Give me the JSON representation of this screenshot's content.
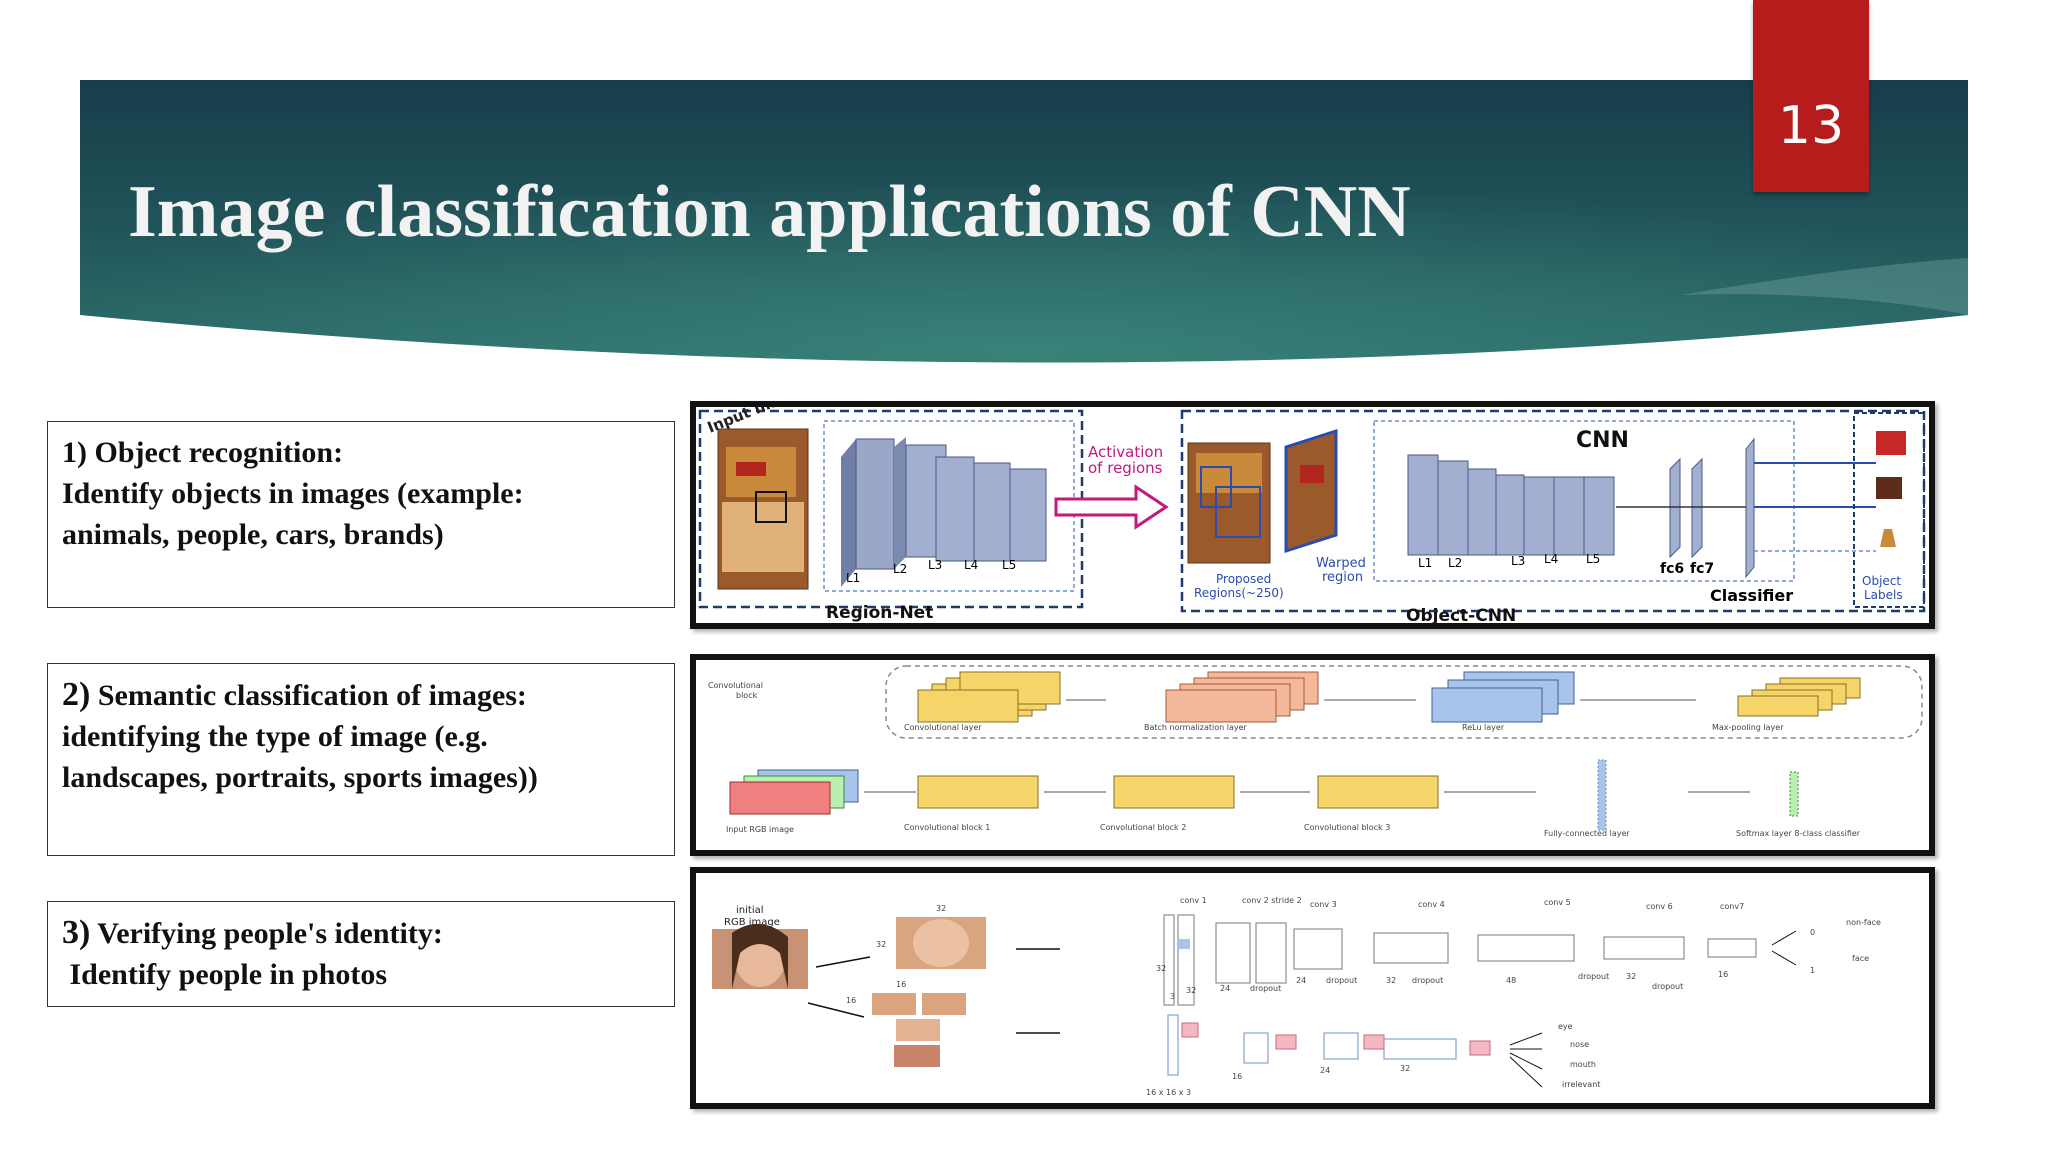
{
  "slide": {
    "number": "13",
    "title": "Image classification applications of CNN"
  },
  "boxes": [
    {
      "number": "1)",
      "heading": "Object recognition:",
      "lines": [
        "Identify objects in images (example:",
        "animals, people, cars, brands)"
      ]
    },
    {
      "number": "2)",
      "heading": "Semantic classification of images:",
      "lines": [
        "identifying the type of image (e.g.",
        "landscapes, portraits, sports images))"
      ]
    },
    {
      "number": "3)",
      "heading": "Verifying people's identity:",
      "lines": [
        " Identify people in photos"
      ]
    }
  ],
  "figure1": {
    "input": "Input Image",
    "regionnet": "Region-Net",
    "layers": [
      "L1",
      "L2",
      "L3",
      "L4",
      "L5"
    ],
    "activation": [
      "Activation",
      "of regions"
    ],
    "proposed": [
      "Proposed",
      "Regions(~250)"
    ],
    "warped": [
      "Warped",
      "region"
    ],
    "cnn": "CNN",
    "fc": [
      "fc6",
      "fc7"
    ],
    "classifier": "Classifier",
    "objectcnn": "Object-CNN",
    "labels": [
      "Object",
      "Labels"
    ]
  },
  "figure2": {
    "convblock": [
      "Convolutional",
      "block"
    ],
    "top_layers": [
      "Convolutional layer",
      "Batch normalization layer",
      "ReLu layer",
      "Max-pooling layer"
    ],
    "bottom": [
      "Input RGB image",
      "Convolutional block 1",
      "Convolutional block 2",
      "Convolutional block 3",
      "Fully-connected layer",
      "Softmax layer 8-class classifier"
    ],
    "colors": {
      "yellow": "#f5d46a",
      "salmon": "#f4b99a",
      "blue": "#a9c4ea",
      "red": "#f08080"
    }
  },
  "figure3": {
    "initial": [
      "initial",
      "RGB image"
    ],
    "sizes": [
      "32",
      "32",
      "16",
      "16"
    ],
    "top_convs": [
      "conv 1",
      "conv 2 stride 2",
      "conv 3",
      "conv 4",
      "conv 5",
      "conv 6",
      "conv7"
    ],
    "top_dims": [
      "32",
      "3",
      "32",
      "24",
      "24",
      "32",
      "48",
      "32",
      "16"
    ],
    "dropout": "dropout",
    "outputs_top": [
      "non-face",
      "face"
    ],
    "outputs_top_idx": [
      "0",
      "1"
    ],
    "bottom_dims": [
      "16 x 16 x 3",
      "16",
      "24",
      "32"
    ],
    "outputs_bottom": [
      "eye",
      "nose",
      "mouth",
      "irrelevant"
    ]
  }
}
